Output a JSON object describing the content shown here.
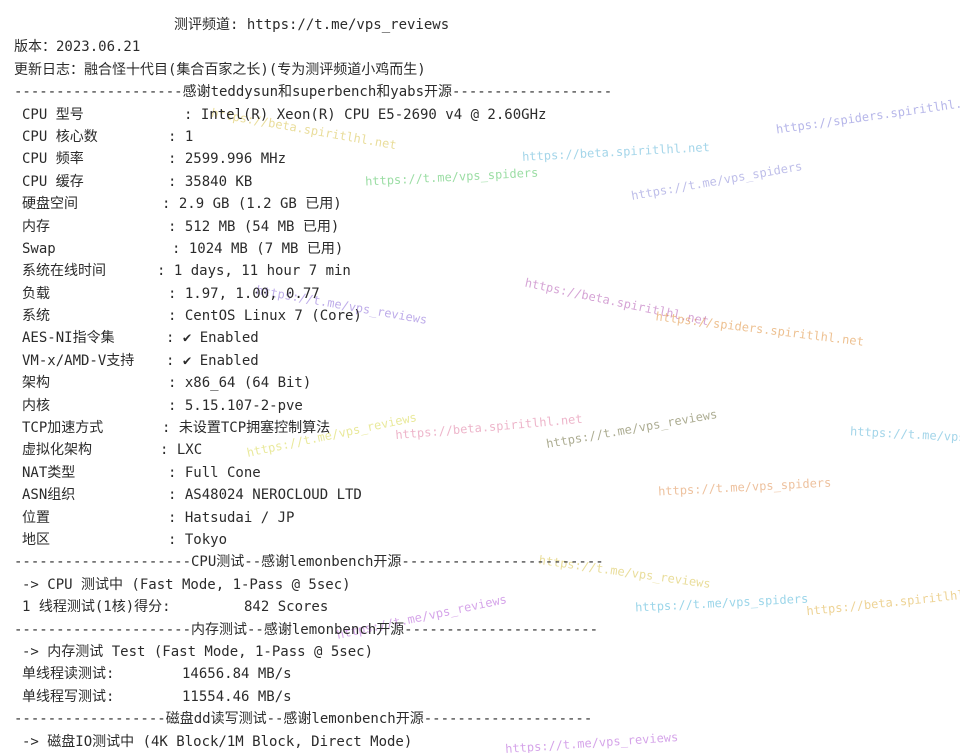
{
  "header": {
    "channel": "测评频道: https://t.me/vps_reviews",
    "version": "版本：2023.06.21",
    "changelog": "更新日志：融合怪十代目(集合百家之长)(专为测评频道小鸡而生)"
  },
  "separators": {
    "thanks": "--------------------感谢teddysun和superbench和yabs开源-------------------",
    "cpu": "---------------------CPU测试--感谢lemonbench开源------------------------",
    "memory": "---------------------内存测试--感谢lemonbench开源-----------------------",
    "disk": "------------------磁盘dd读写测试--感谢lemonbench开源--------------------"
  },
  "sysinfo": [
    {
      "label": "CPU 型号",
      "value": ": Intel(R) Xeon(R) CPU E5-2690 v4 @ 2.60GHz"
    },
    {
      "label": "CPU 核心数",
      "value": ": 1"
    },
    {
      "label": "CPU 频率",
      "value": ": 2599.996 MHz"
    },
    {
      "label": "CPU 缓存",
      "value": ": 35840 KB"
    },
    {
      "label": "硬盘空间",
      "value": ": 2.9 GB (1.2 GB 已用)"
    },
    {
      "label": "内存",
      "value": ": 512 MB (54 MB 已用)"
    },
    {
      "label": "Swap",
      "value": ": 1024 MB (7 MB 已用)"
    },
    {
      "label": "系统在线时间",
      "value": ": 1 days, 11 hour 7 min"
    },
    {
      "label": "负载",
      "value": ": 1.97, 1.00, 0.77"
    },
    {
      "label": "系统",
      "value": ": CentOS Linux 7 (Core)"
    },
    {
      "label": "AES-NI指令集",
      "value": ": ✔ Enabled"
    },
    {
      "label": "VM-x/AMD-V支持",
      "value": ": ✔ Enabled"
    },
    {
      "label": "架构",
      "value": ": x86_64 (64 Bit)"
    },
    {
      "label": "内核",
      "value": ": 5.15.107-2-pve"
    },
    {
      "label": "TCP加速方式",
      "value": ": 未设置TCP拥塞控制算法"
    },
    {
      "label": "虚拟化架构",
      "value": ": LXC"
    },
    {
      "label": "NAT类型",
      "value": ": Full Cone"
    },
    {
      "label": "ASN组织",
      "value": ": AS48024 NEROCLOUD LTD"
    },
    {
      "label": "位置",
      "value": ": Hatsudai / JP"
    },
    {
      "label": "地区",
      "value": ": Tokyo"
    }
  ],
  "cpu_test": {
    "running": "-> CPU 测试中 (Fast Mode, 1-Pass @ 5sec)",
    "label": "1 线程测试(1核)得分:",
    "value": "842 Scores"
  },
  "memory_test": {
    "running": "-> 内存测试 Test (Fast Mode, 1-Pass @ 5sec)",
    "rows": [
      {
        "label": "单线程读测试:",
        "value": "14656.84 MB/s"
      },
      {
        "label": "单线程写测试:",
        "value": "11554.46 MB/s"
      }
    ]
  },
  "disk_test": {
    "running": "-> 磁盘IO测试中 (4K Block/1M Block, Direct Mode)"
  },
  "watermarks": [
    {
      "text": "https://spiders.spiritlhl.net",
      "color": "#7b7bd8"
    },
    {
      "text": "https://beta.spiritlhl.net",
      "color": "#d8c24a"
    },
    {
      "text": "https://t.me/vps_spiders",
      "color": "#4ac25a"
    },
    {
      "text": "https://beta.spiritlhl.net",
      "color": "#5ab4d8"
    },
    {
      "text": "https://t.me/vps_spiders",
      "color": "#8a8ad8"
    },
    {
      "text": "https://beta.spiritlhl.net",
      "color": "#b45ab4"
    },
    {
      "text": "https://spiders.spiritlhl.net",
      "color": "#e0903a"
    },
    {
      "text": "https://t.me/vps_reviews",
      "color": "#8a6ad8"
    },
    {
      "text": "https://t.me/vps_reviews",
      "color": "#6a6a3a"
    },
    {
      "text": "https://beta.spiritlhl.net",
      "color": "#e07aa0"
    },
    {
      "text": "https://t.me/vps_reviews",
      "color": "#d8d84a"
    },
    {
      "text": "https://t.me/vps_rev",
      "color": "#5ab4d8"
    },
    {
      "text": "https://t.me/vps_spiders",
      "color": "#e09050"
    },
    {
      "text": "https://t.me/vps_reviews",
      "color": "#d8c24a"
    },
    {
      "text": "https://t.me/vps_spiders",
      "color": "#4ab4d8"
    },
    {
      "text": "https://beta.spiritlhl",
      "color": "#e0b040"
    },
    {
      "text": "https://t.me/vps_reviews",
      "color": "#b45ad8"
    },
    {
      "text": "https://t.me/vps_reviews",
      "color": "#b45ad8"
    }
  ]
}
